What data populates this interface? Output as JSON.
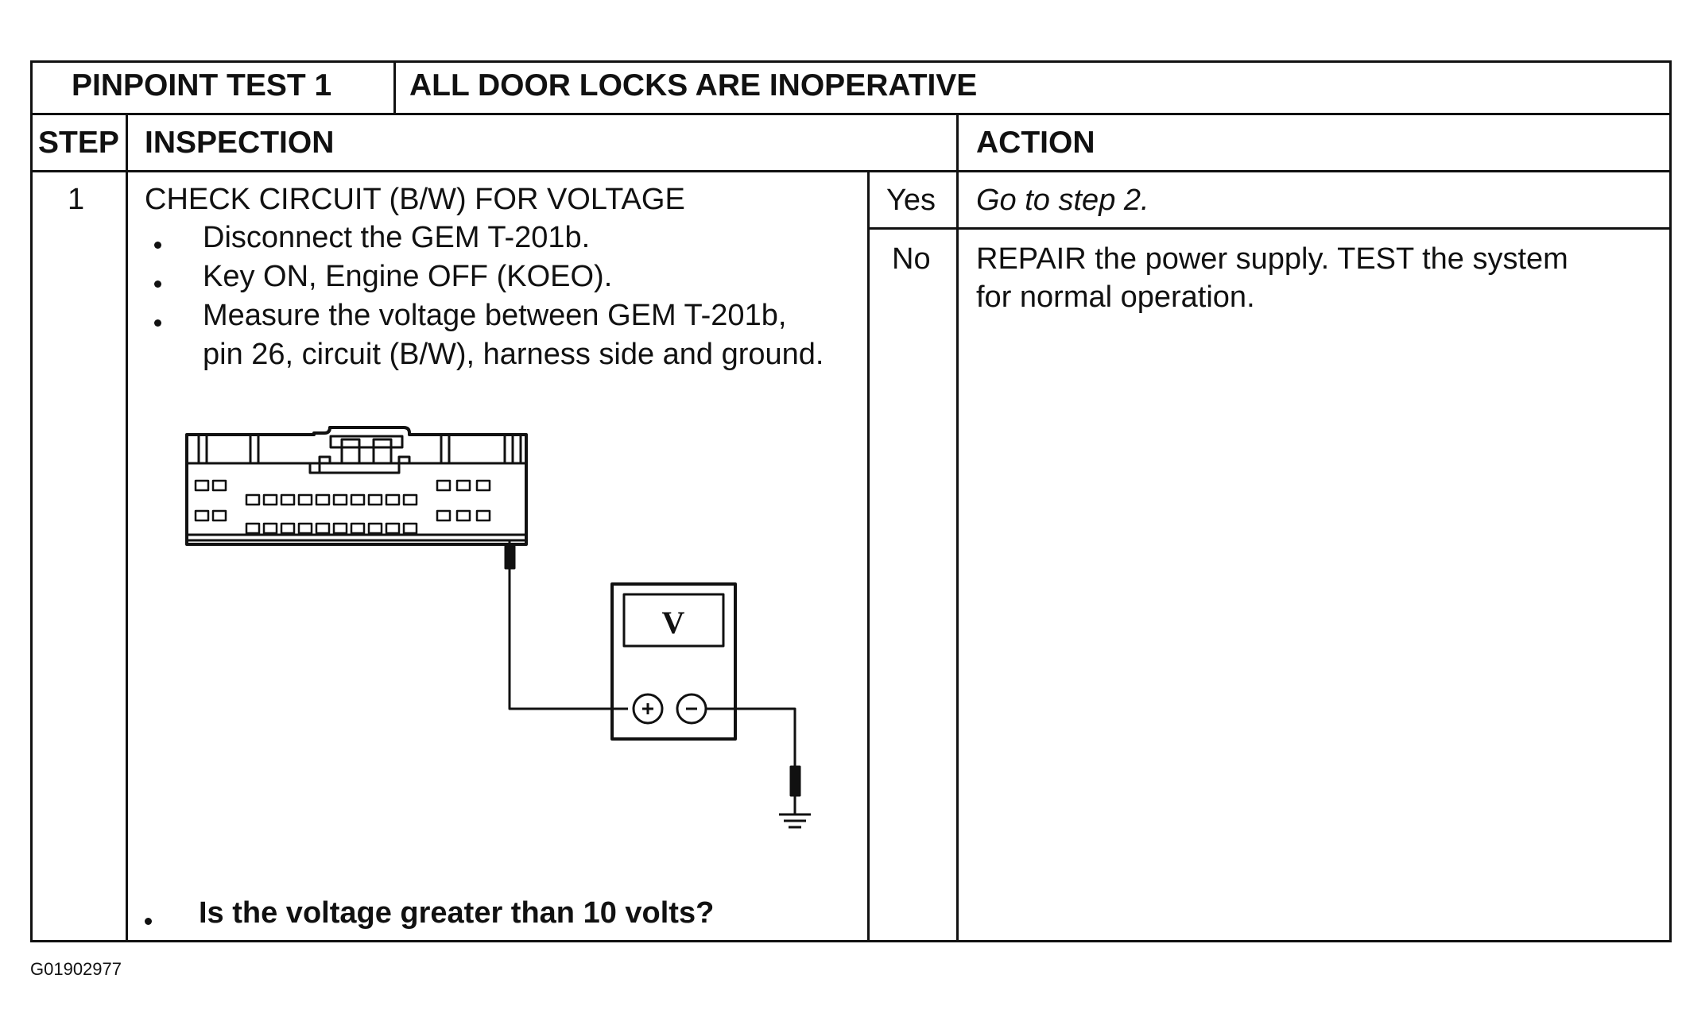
{
  "header": {
    "test_id": "PINPOINT TEST 1",
    "test_title": "ALL DOOR LOCKS ARE INOPERATIVE"
  },
  "columns": {
    "step": "STEP",
    "inspection": "INSPECTION",
    "action": "ACTION"
  },
  "step1": {
    "number": "1",
    "title": "CHECK CIRCUIT (B/W) FOR VOLTAGE",
    "bullets": [
      "Disconnect the GEM T-201b.",
      "Key ON, Engine OFF (KOEO).",
      "Measure the voltage between GEM T-201b,"
    ],
    "bullet3_line2": "pin 26, circuit (B/W), harness side and ground.",
    "question": "Is the voltage greater than 10 volts?",
    "meter_label": "V",
    "meter_plus": "+",
    "meter_minus": "−",
    "answers": {
      "yes_label": "Yes",
      "yes_action": "Go to step 2.",
      "no_label": "No",
      "no_action_line1": "REPAIR the power supply.  TEST the system",
      "no_action_line2": "for normal operation."
    }
  },
  "footer": {
    "figure_id": "G01902977"
  }
}
